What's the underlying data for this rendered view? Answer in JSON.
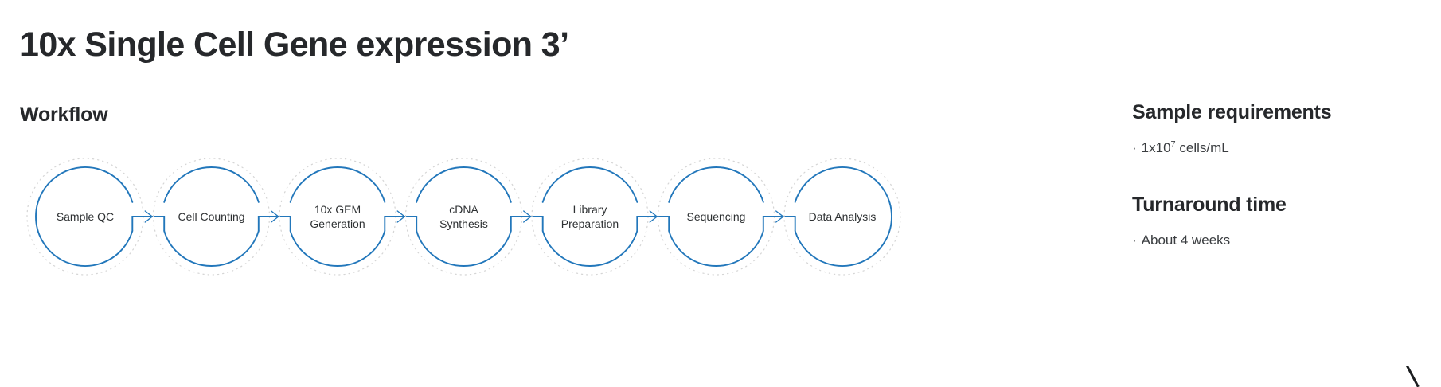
{
  "page": {
    "title": "10x Single Cell Gene expression 3’",
    "background_color": "#ffffff",
    "accent_color": "#2277bb",
    "text_color": "#26282b",
    "dotted_ring_color": "#d5d5d5"
  },
  "workflow": {
    "heading": "Workflow",
    "steps": [
      {
        "id": "sample-qc",
        "label_lines": [
          "Sample QC"
        ]
      },
      {
        "id": "cell-counting",
        "label_lines": [
          "Cell Counting"
        ]
      },
      {
        "id": "gem-generation",
        "label_lines": [
          "10x GEM",
          "Generation"
        ]
      },
      {
        "id": "cdna-synthesis",
        "label_lines": [
          "cDNA",
          "Synthesis"
        ]
      },
      {
        "id": "library-prep",
        "label_lines": [
          "Library",
          "Preparation"
        ]
      },
      {
        "id": "sequencing",
        "label_lines": [
          "Sequencing"
        ]
      },
      {
        "id": "data-analysis",
        "label_lines": [
          "Data Analysis"
        ]
      }
    ]
  },
  "sample_requirements": {
    "heading": "Sample requirements",
    "bullet_marker": "·",
    "items": [
      {
        "prefix": "1x10",
        "superscript": "7",
        "suffix": " cells/mL"
      }
    ]
  },
  "turnaround_time": {
    "heading": "Turnaround time",
    "bullet_marker": "·",
    "items": [
      {
        "text": "About 4 weeks"
      }
    ]
  }
}
